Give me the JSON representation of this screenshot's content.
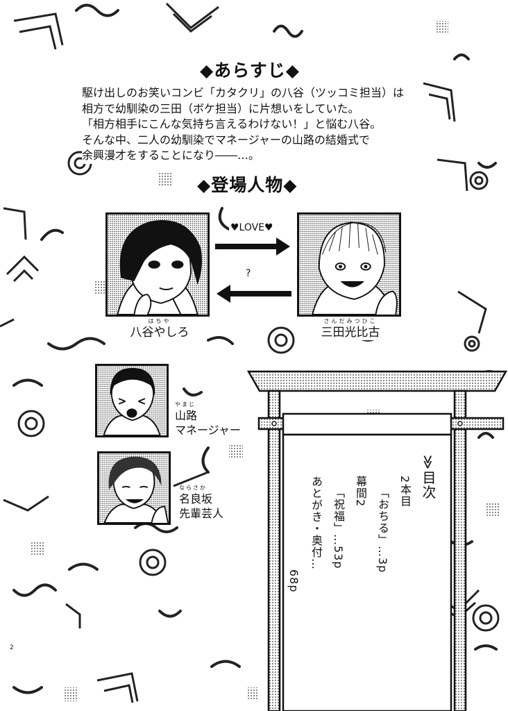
{
  "synopsis": {
    "heading": "◆あらすじ◆",
    "lines": [
      "駆け出しのお笑いコンビ「カタクリ」の八谷（ツッコミ担当）は",
      "相方で幼馴染の三田（ボケ担当）に片想いをしていた。",
      "「相方相手にこんな気持ち言えるわけない！」と悩む八谷。",
      "そんな中、二人の幼馴染でマネージャーの山路の結婚式で",
      "余興漫才をすることになり――…。"
    ]
  },
  "characters": {
    "heading": "◆登場人物◆",
    "arrow_top_label": "♥LOVE♥",
    "arrow_bottom_label": "?",
    "hachiya": {
      "ruby": "はちや",
      "name": "八谷やしろ"
    },
    "mita": {
      "ruby": "さんだみつひこ",
      "name": "三田光比古"
    },
    "yamaji": {
      "ruby": "やまじ",
      "name_line1": "山路",
      "name_line2": "マネージャー"
    },
    "narasaka": {
      "ruby": "ならさか",
      "name_line1": "名良坂",
      "name_line2": "先輩芸人"
    }
  },
  "toc": {
    "title": "目次",
    "col1": "2本目",
    "col2": "「おちる」…3p",
    "col3": "幕間2",
    "col4": "「祝福」…53p",
    "col5": "あとがき・奥付…",
    "col6": "68p"
  },
  "page_number": "2"
}
